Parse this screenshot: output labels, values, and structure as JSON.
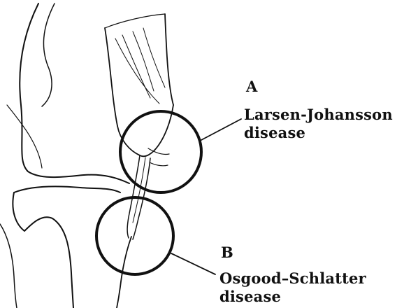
{
  "labels": {
    "a": {
      "letter": "A",
      "line1": "Larsen-Johansson",
      "line2": "disease"
    },
    "b": {
      "letter": "B",
      "line1": "Osgood–Schlatter",
      "line2": "disease"
    }
  },
  "colors": {
    "ink": "#111111",
    "background": "#ffffff"
  }
}
